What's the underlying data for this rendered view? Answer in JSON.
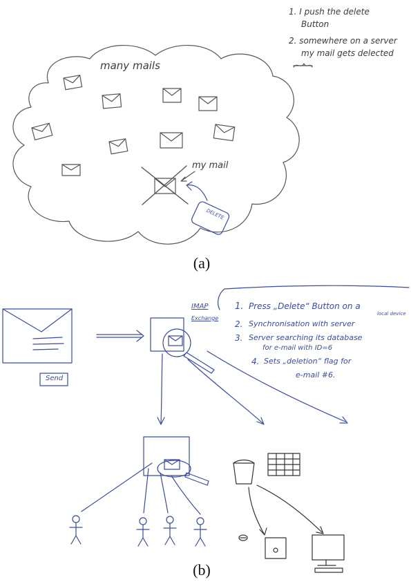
{
  "panel_a": {
    "steps": [
      {
        "line1": "1. I push the delete",
        "line2": "Button"
      },
      {
        "line1": "2. somewhere on a server",
        "line2": "my mail gets delected"
      }
    ],
    "cloud_label": "many mails",
    "my_mail_label": "my mail",
    "device_label": "DELETE",
    "caption": "(a)",
    "ink_color": "#404040"
  },
  "panel_b": {
    "protocol_label_1": "IMAP",
    "protocol_label_2": "Exchange",
    "send_label": "Send",
    "steps": [
      {
        "num": "1.",
        "text": "Press „Delete“ Button on a",
        "extra": "local device"
      },
      {
        "num": "2.",
        "text": "Synchronisation with server"
      },
      {
        "num": "3.",
        "text": "Server searching its database",
        "cont": "for e-mail with ID=6"
      },
      {
        "num": "4.",
        "text": "Sets „deletion“ flag for",
        "cont": "e-mail #6."
      }
    ],
    "caption": "(b)",
    "ink_color": "#3a4aa8"
  }
}
